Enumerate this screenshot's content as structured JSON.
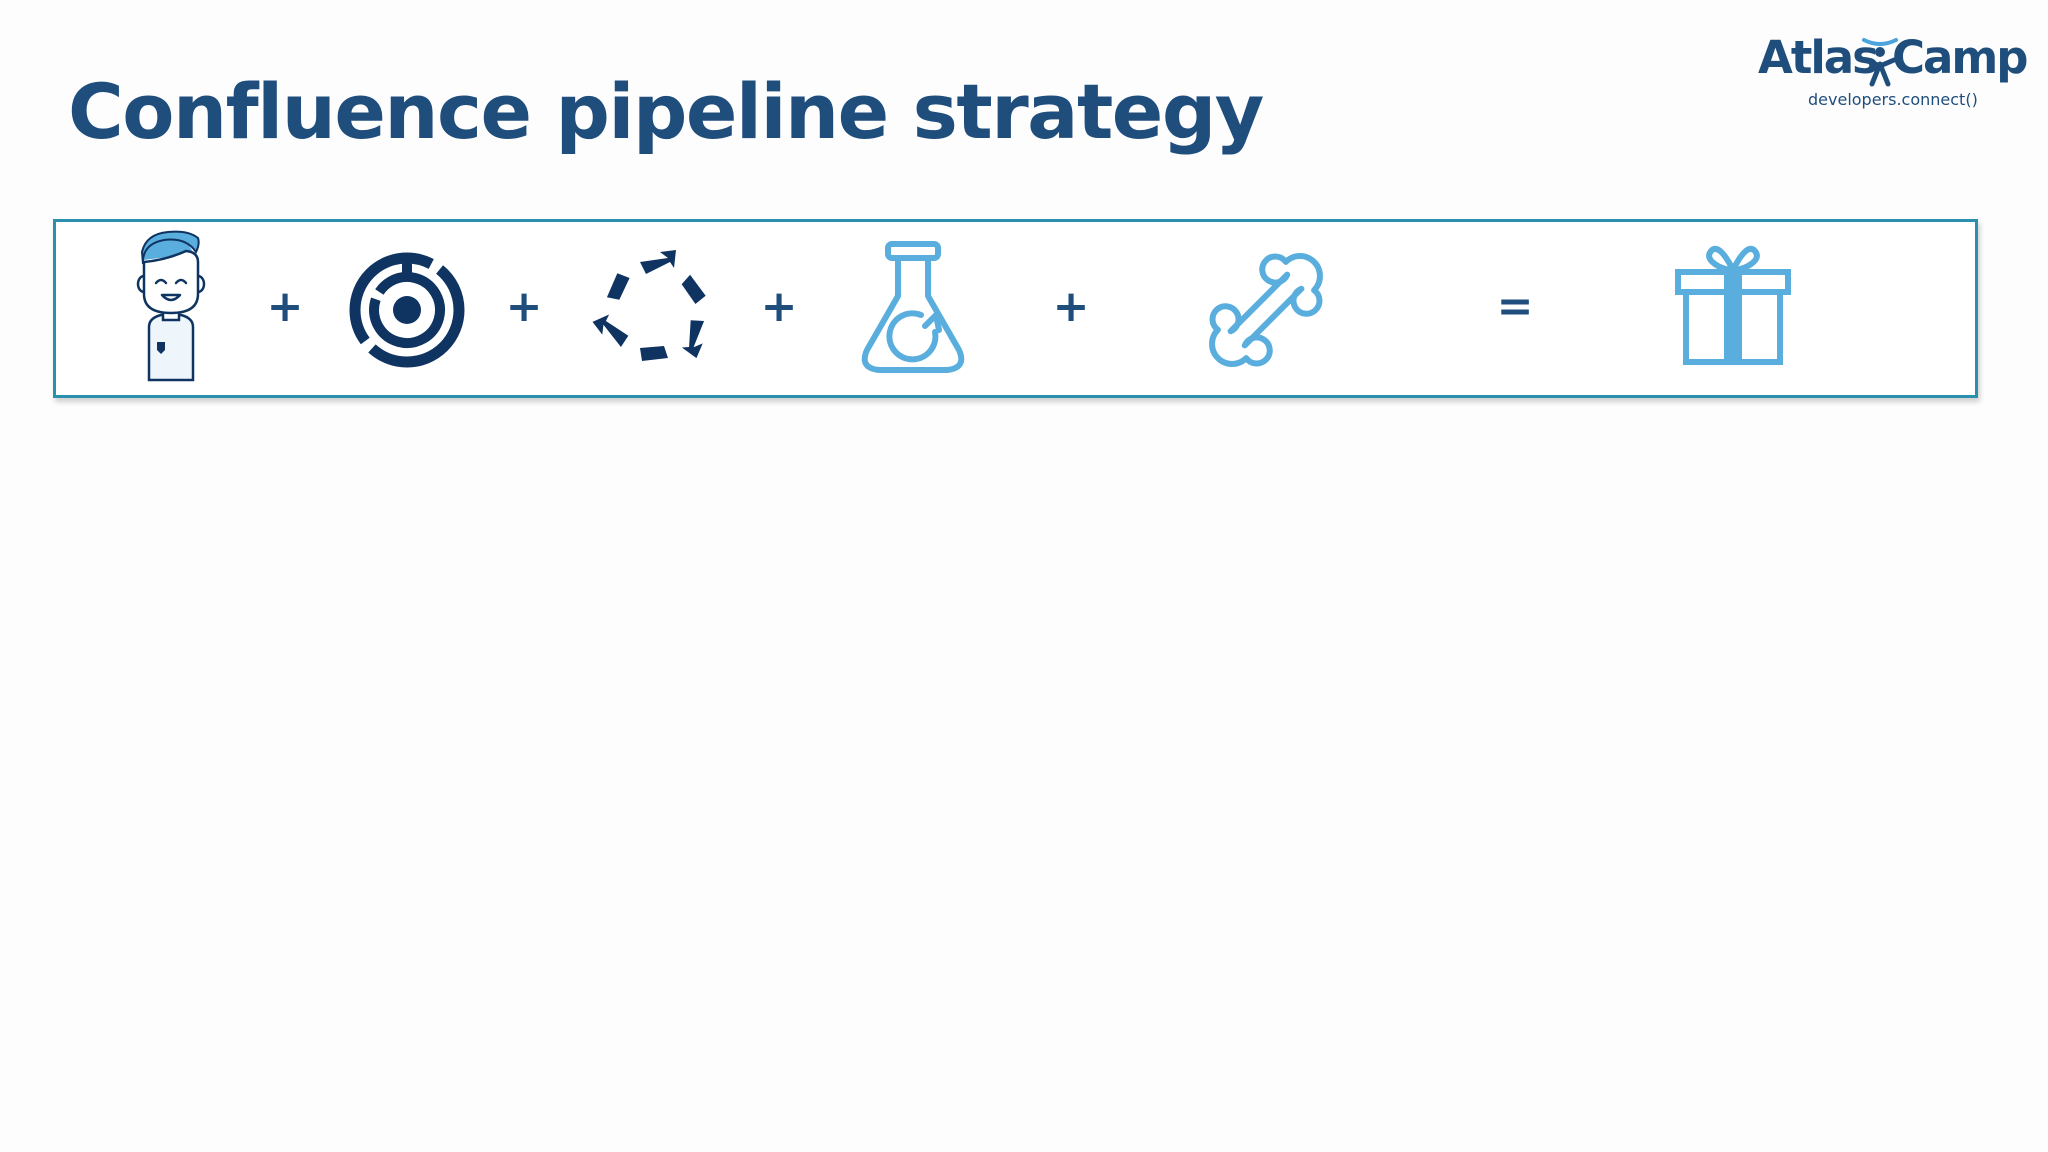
{
  "slide": {
    "title": "Confluence pipeline strategy"
  },
  "logo": {
    "word_left": "Atlas",
    "word_right": "Camp",
    "tagline": "developers.connect()"
  },
  "equation": {
    "items": [
      {
        "icon": "person-icon"
      },
      {
        "icon": "target-icon"
      },
      {
        "icon": "cycle-arrows-icon"
      },
      {
        "icon": "flask-icon"
      },
      {
        "icon": "bone-icon"
      },
      {
        "icon": "gift-icon"
      }
    ],
    "operators": [
      "+",
      "+",
      "+",
      "+",
      "="
    ]
  },
  "colors": {
    "title": "#1f4e7d",
    "dark_icon": "#0f3462",
    "light_icon": "#5aaede",
    "strip_border": "#2b8fb0"
  }
}
